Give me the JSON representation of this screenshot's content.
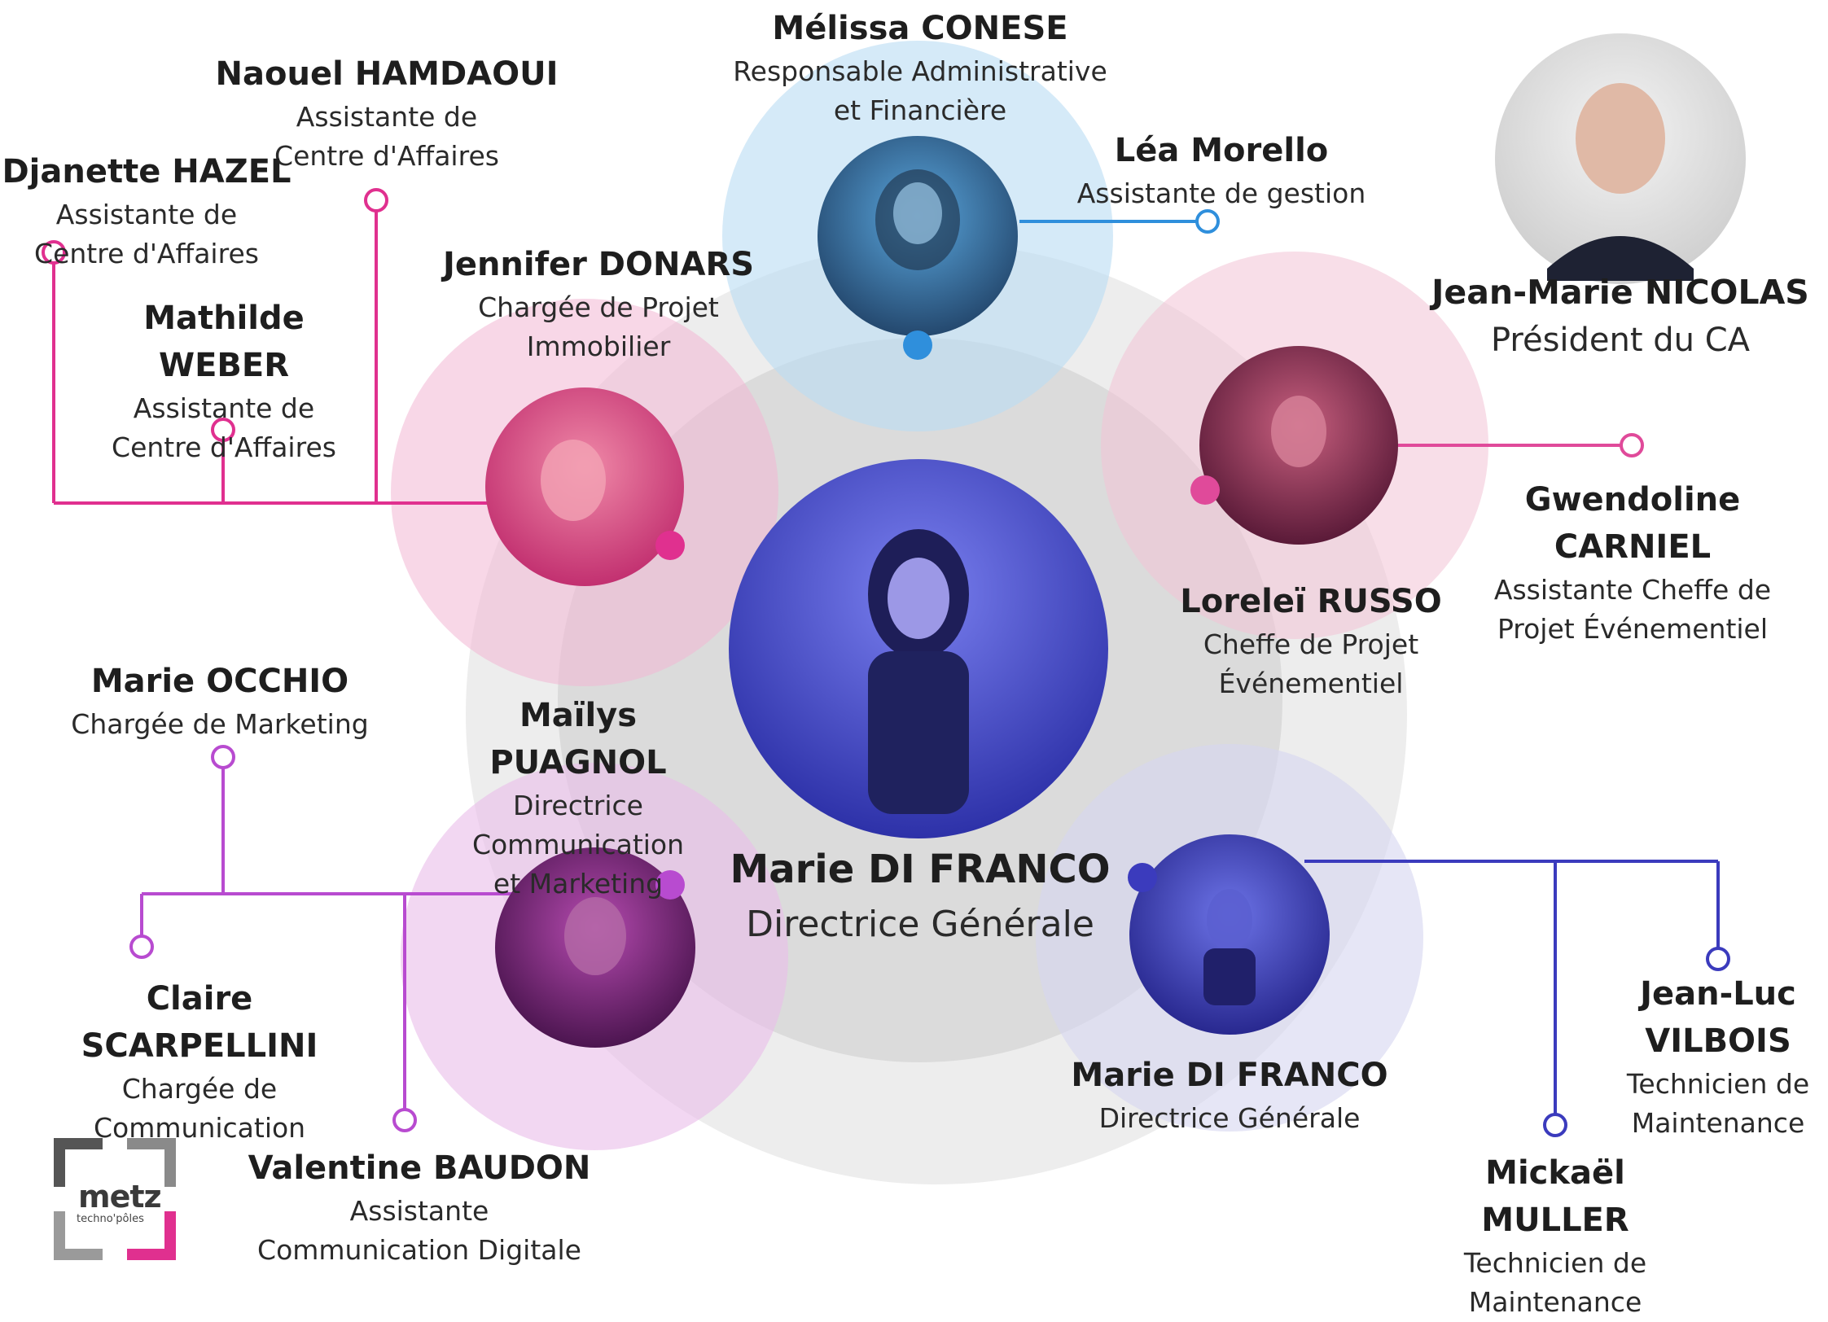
{
  "colors": {
    "pink": "#e0308f",
    "blue": "#2f8fdc",
    "magenta": "#b84bd0",
    "indigo": "#3b3bbd",
    "gray": "#d6d6d6"
  },
  "center": {
    "name": "Marie DI FRANCO",
    "role": "Directrice Générale"
  },
  "president": {
    "name": "Jean-Marie NICOLAS",
    "role": "Président du CA"
  },
  "teams": [
    {
      "id": "admin",
      "lead": {
        "name": "Mélissa CONESE",
        "role": "Responsable Administrative et Financière"
      },
      "members": [
        {
          "name": "Léa Morello",
          "role": "Assistante de gestion"
        }
      ]
    },
    {
      "id": "immo",
      "lead": {
        "name": "Jennifer DONARS",
        "role": "Chargée de Projet Immobilier"
      },
      "members": [
        {
          "name": "Djanette HAZEL",
          "role": "Assistante de Centre d'Affaires"
        },
        {
          "name": "Naouel HAMDAOUI",
          "role": "Assistante de Centre d'Affaires"
        },
        {
          "name": "Mathilde WEBER",
          "role": "Assistante de Centre d'Affaires"
        }
      ]
    },
    {
      "id": "event",
      "lead": {
        "name": "Loreleï RUSSO",
        "role": "Cheffe de Projet Événementiel"
      },
      "members": [
        {
          "name": "Gwendoline CARNIEL",
          "role": "Assistante Cheffe de Projet Événementiel"
        }
      ]
    },
    {
      "id": "com",
      "lead": {
        "name": "Maïlys PUAGNOL",
        "role": "Directrice Communication et Marketing"
      },
      "members": [
        {
          "name": "Marie OCCHIO",
          "role": "Chargée de Marketing"
        },
        {
          "name": "Claire SCARPELLINI",
          "role": "Chargée de Communication"
        },
        {
          "name": "Valentine BAUDON",
          "role": "Assistante Communication Digitale"
        }
      ]
    },
    {
      "id": "maint",
      "lead": {
        "name": "Marie DI FRANCO",
        "role": "Directrice Générale"
      },
      "members": [
        {
          "name": "Jean-Luc VILBOIS",
          "role": "Technicien de Maintenance"
        },
        {
          "name": "Mickaël MULLER",
          "role": "Technicien de Maintenance"
        }
      ]
    }
  ],
  "logo": {
    "line1": "metz",
    "line2": "techno'pôles"
  }
}
